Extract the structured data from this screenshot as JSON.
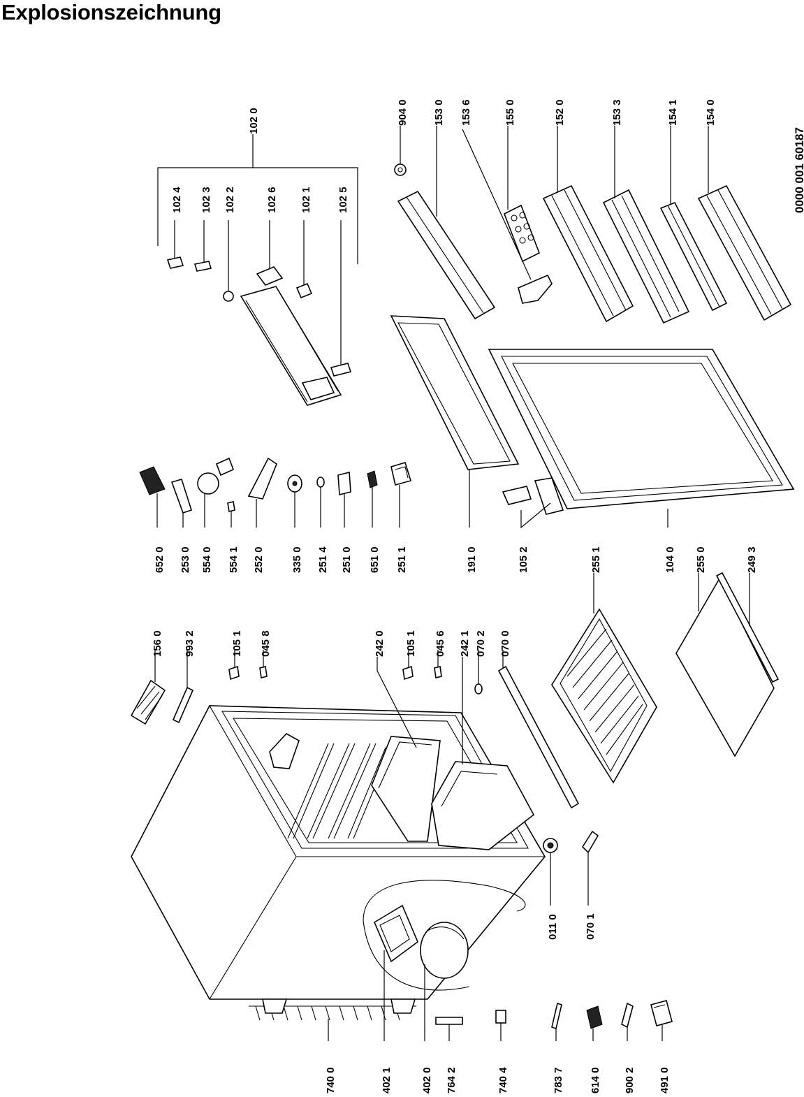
{
  "title": "Explosionszeichnung",
  "document_number": "0000 001 60187",
  "part_labels": {
    "p1020": "102 0",
    "p1024": "102 4",
    "p1023": "102 3",
    "p1022": "102 2",
    "p1026": "102 6",
    "p1021": "102 1",
    "p1025": "102 5",
    "p9040": "904 0",
    "p1530": "153 0",
    "p1536": "153 6",
    "p1550": "155 0",
    "p1520": "152 0",
    "p1533": "153 3",
    "p1541": "154 1",
    "p1540": "154 0",
    "p6520": "652 0",
    "p2530": "253 0",
    "p5540": "554 0",
    "p5541": "554 1",
    "p2520": "252 0",
    "p3350": "335 0",
    "p2514": "251 4",
    "p2510": "251 0",
    "p6510": "651 0",
    "p2511": "251 1",
    "p1910": "191 0",
    "p1052": "105 2",
    "p2551": "255 1",
    "p1040": "104 0",
    "p2550": "255 0",
    "p2493": "249 3",
    "p1560": "156 0",
    "p9932": "993 2",
    "p1051a": "105 1",
    "p0458": "045 8",
    "p2420": "242 0",
    "p1051b": "105 1",
    "p0456": "045 6",
    "p2421": "242 1",
    "p0702": "070 2",
    "p0700": "070 0",
    "p0110": "011 0",
    "p0701": "070 1",
    "p7400": "740 0",
    "p4021": "402 1",
    "p4020": "402 0",
    "p7642": "764 2",
    "p7404": "740 4",
    "p7837": "783 7",
    "p6140": "614 0",
    "p9002": "900 2",
    "p4910": "491 0"
  }
}
